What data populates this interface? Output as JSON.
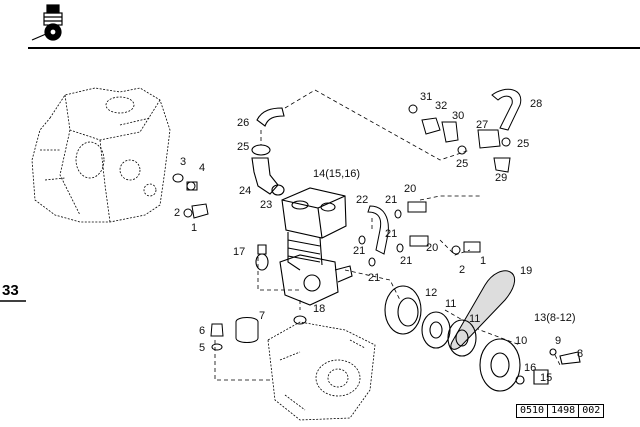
{
  "header": {
    "icon": "compressor-icon",
    "rule_color": "#000000"
  },
  "chapter_number": "33",
  "reference_code": [
    "0510",
    "1498",
    "002"
  ],
  "callouts": {
    "c33": "3",
    "c4": "4",
    "c2": "2",
    "c1": "1",
    "c26": "26",
    "c25a": "25",
    "c24": "24",
    "c23": "23",
    "c14": "14(15,16)",
    "c22": "22",
    "c21a": "21",
    "c20a": "20",
    "c21b": "21",
    "c21c": "21",
    "c20b": "20",
    "c21d": "21",
    "c21e": "21",
    "c2b": "2",
    "c1b": "1",
    "c17": "17",
    "c18": "18",
    "c31": "31",
    "c32": "32",
    "c30": "30",
    "c27": "27",
    "c28": "28",
    "c25b": "25",
    "c25c": "25",
    "c29": "29",
    "c19": "19",
    "c12": "12",
    "c11a": "11",
    "c11b": "11",
    "c13": "13(8-12)",
    "c10": "10",
    "c9": "9",
    "c8": "8",
    "c16": "16",
    "c15": "15",
    "c6": "6",
    "c5": "5",
    "c7": "7"
  }
}
